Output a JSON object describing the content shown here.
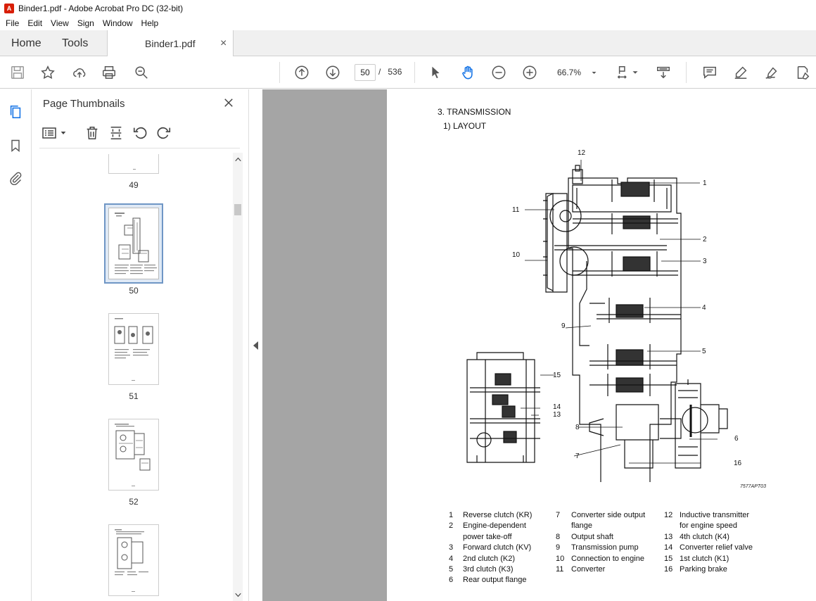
{
  "window": {
    "title": "Binder1.pdf - Adobe Acrobat Pro DC (32-bit)"
  },
  "menu": [
    "File",
    "Edit",
    "View",
    "Sign",
    "Window",
    "Help"
  ],
  "tabs": {
    "home": "Home",
    "tools": "Tools",
    "doc": "Binder1.pdf",
    "close": "×"
  },
  "toolbar": {
    "page_current": "50",
    "page_sep": "/",
    "page_total": "536",
    "zoom": "66.7%"
  },
  "panel": {
    "title": "Page Thumbnails",
    "thumbs": [
      "49",
      "50",
      "51",
      "52"
    ]
  },
  "doc": {
    "heading": "3. TRANSMISSION",
    "subheading": "1) LAYOUT",
    "figure_code": "7577APT03",
    "callouts": [
      "1",
      "2",
      "3",
      "4",
      "5",
      "6",
      "7",
      "8",
      "9",
      "10",
      "11",
      "12",
      "13",
      "14",
      "15",
      "16"
    ],
    "legend_col1": [
      {
        "n": "1",
        "t": "Reverse clutch (KR)"
      },
      {
        "n": "2",
        "t": "Engine-dependent"
      },
      {
        "n": "",
        "t": "power take-off"
      },
      {
        "n": "3",
        "t": "Forward clutch (KV)"
      },
      {
        "n": "4",
        "t": "2nd clutch (K2)"
      },
      {
        "n": "5",
        "t": "3rd clutch (K3)"
      },
      {
        "n": "6",
        "t": "Rear output flange"
      }
    ],
    "legend_col2": [
      {
        "n": "7",
        "t": "Converter side output"
      },
      {
        "n": "",
        "t": "flange"
      },
      {
        "n": "8",
        "t": "Output shaft"
      },
      {
        "n": "9",
        "t": "Transmission pump"
      },
      {
        "n": "10",
        "t": "Connection to engine"
      },
      {
        "n": "11",
        "t": "Converter"
      }
    ],
    "legend_col3": [
      {
        "n": "12",
        "t": "Inductive transmitter"
      },
      {
        "n": "",
        "t": "for engine speed"
      },
      {
        "n": "13",
        "t": "4th clutch (K4)"
      },
      {
        "n": "14",
        "t": "Converter relief valve"
      },
      {
        "n": "15",
        "t": "1st clutch (K1)"
      },
      {
        "n": "16",
        "t": "Parking brake"
      }
    ]
  }
}
